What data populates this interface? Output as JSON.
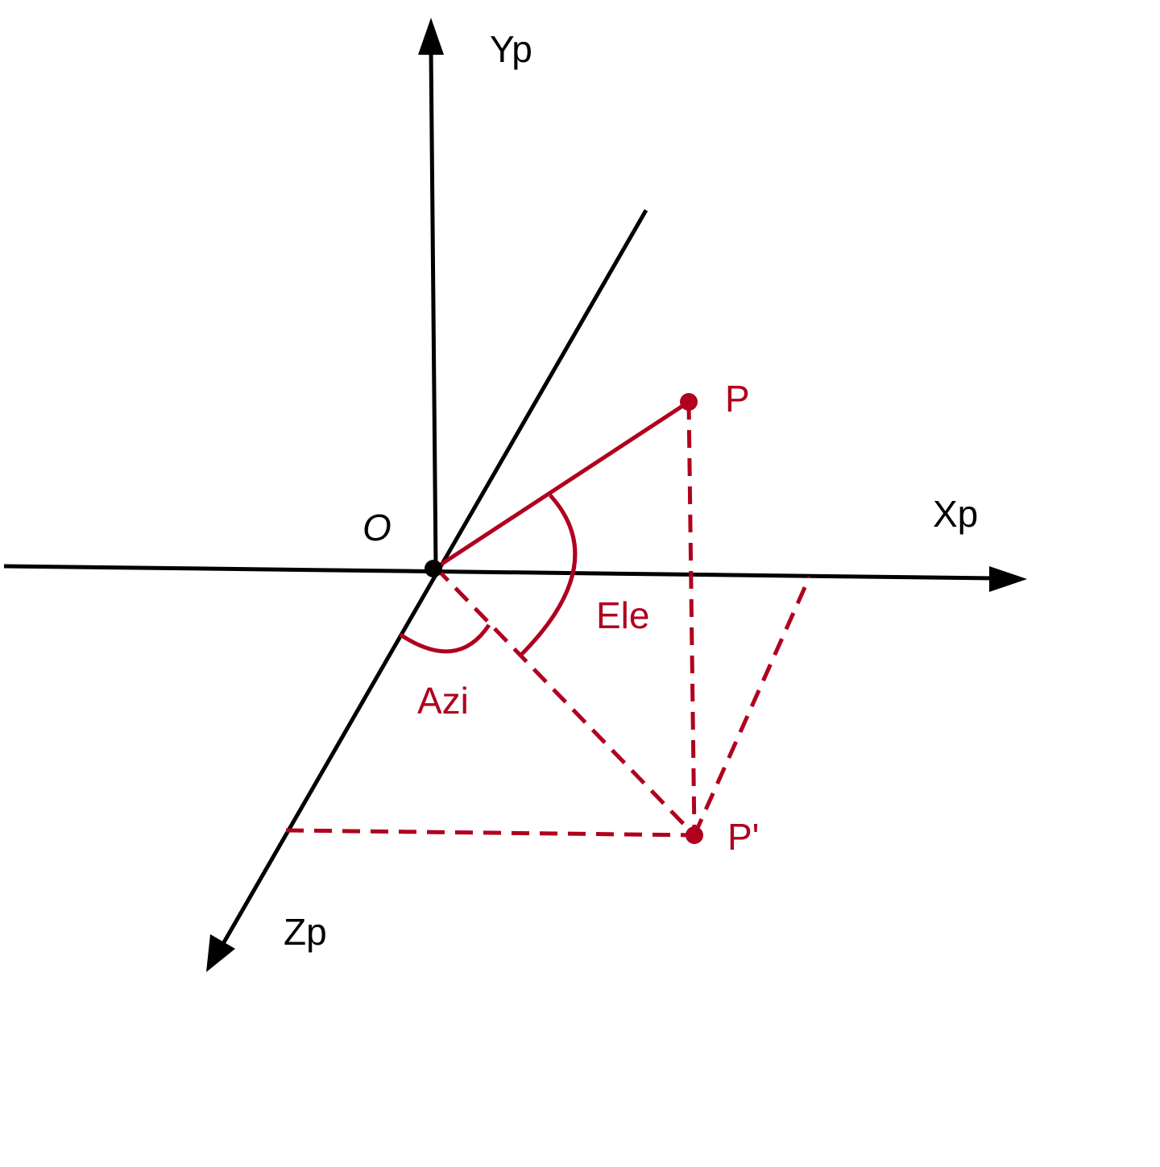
{
  "colors": {
    "axis": "#000000",
    "accent": "#b0001e",
    "background": "#ffffff"
  },
  "labels": {
    "y_axis": "Yp",
    "x_axis": "Xp",
    "z_axis": "Zp",
    "origin": "O",
    "point": "P",
    "projection": "P'",
    "elevation": "Ele",
    "azimuth": "Azi"
  }
}
